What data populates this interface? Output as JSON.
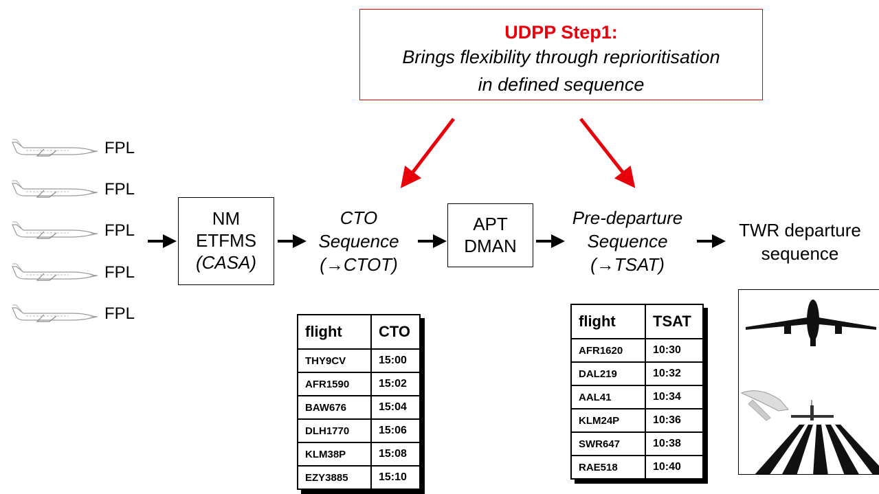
{
  "callout": {
    "title": "UDPP Step1:",
    "line1": "Brings flexibility through reprioritisation",
    "line2": "in defined sequence"
  },
  "fpl_rows": [
    "FPL",
    "FPL",
    "FPL",
    "FPL",
    "FPL"
  ],
  "nm_box": {
    "line1": "NM",
    "line2": "ETFMS",
    "line3": "(CASA)"
  },
  "cto_seq": {
    "line1": "CTO",
    "line2": "Sequence",
    "line3": "(→CTOT)"
  },
  "apt_box": {
    "line1": "APT",
    "line2": "DMAN"
  },
  "predep_seq": {
    "line1": "Pre-departure",
    "line2": "Sequence",
    "line3": "(→TSAT)"
  },
  "twr": {
    "line1": "TWR departure",
    "line2": "sequence"
  },
  "cto_table": {
    "headers": [
      "flight",
      "CTO"
    ],
    "rows": [
      [
        "THY9CV",
        "15:00"
      ],
      [
        "AFR1590",
        "15:02"
      ],
      [
        "BAW676",
        "15:04"
      ],
      [
        "DLH1770",
        "15:06"
      ],
      [
        "KLM38P",
        "15:08"
      ],
      [
        "EZY3885",
        "15:10"
      ]
    ]
  },
  "tsat_table": {
    "headers": [
      "flight",
      "TSAT"
    ],
    "rows": [
      [
        "AFR1620",
        "10:30"
      ],
      [
        "DAL219",
        "10:32"
      ],
      [
        "AAL41",
        "10:34"
      ],
      [
        "KLM24P",
        "10:36"
      ],
      [
        "SWR647",
        "10:38"
      ],
      [
        "RAE518",
        "10:40"
      ]
    ]
  },
  "colors": {
    "accent": "#e8000b",
    "text": "#000000"
  }
}
